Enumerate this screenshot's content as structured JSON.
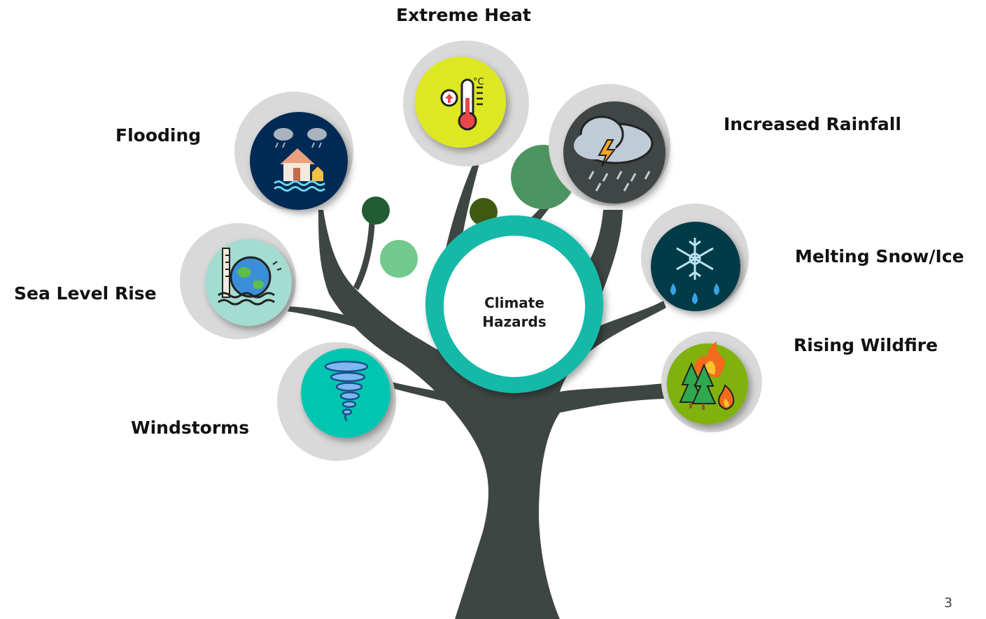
{
  "center": {
    "line1": "Climate",
    "line2": "Hazards"
  },
  "hazards": [
    {
      "label": "Extreme Heat",
      "icon": "thermometer-icon",
      "color": "#DDE823"
    },
    {
      "label": "Flooding",
      "icon": "flooded-house-icon",
      "color": "#012C57"
    },
    {
      "label": "Increased Rainfall",
      "icon": "storm-cloud-icon",
      "color": "#3F4444"
    },
    {
      "label": "Sea Level Rise",
      "icon": "sea-level-globe-icon",
      "color": "#A3DCD0"
    },
    {
      "label": "Melting Snow/Ice",
      "icon": "snowflake-drops-icon",
      "color": "#063A46"
    },
    {
      "label": "Rising Wildfire",
      "icon": "forest-fire-icon",
      "color": "#7FB20C"
    },
    {
      "label": "Windstorms",
      "icon": "tornado-icon",
      "color": "#00C5B0"
    }
  ],
  "colors": {
    "trunk": "#3E4644",
    "teal_ring": "#13B9A8",
    "bubble_halo": "#D9D9D9"
  },
  "page_number": "3"
}
